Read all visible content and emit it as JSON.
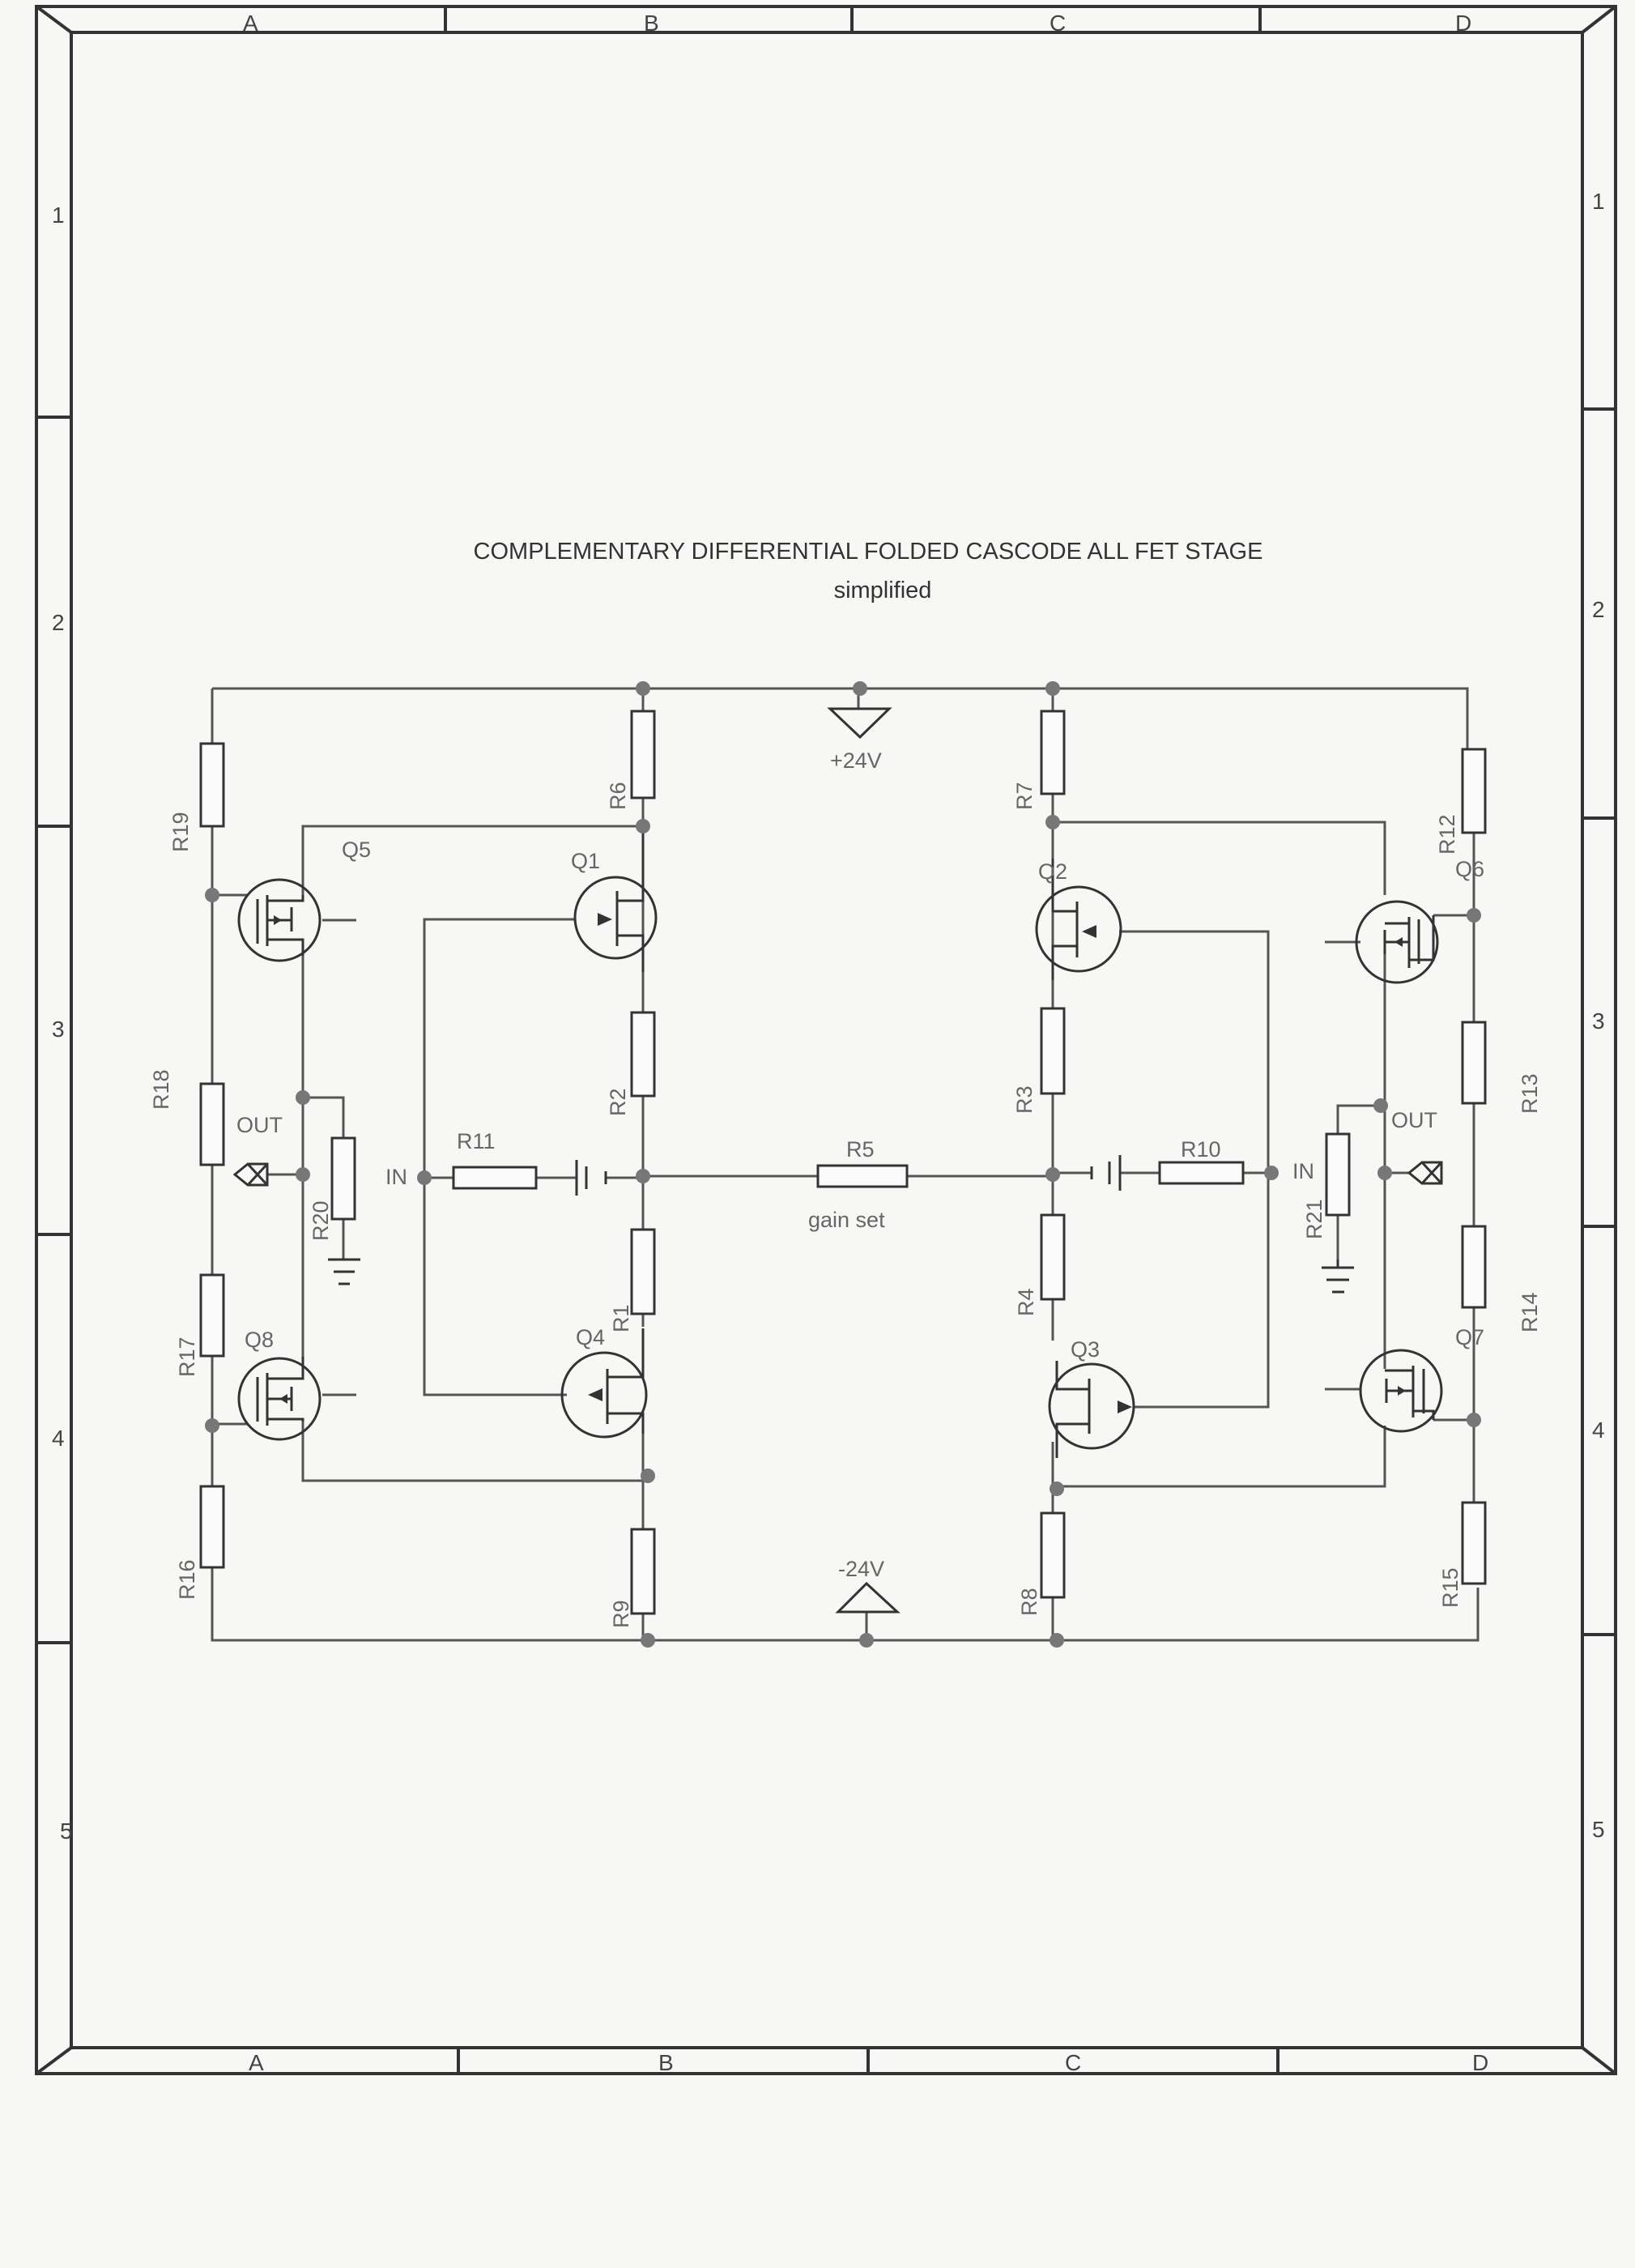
{
  "title": "COMPLEMENTARY DIFFERENTIAL FOLDED CASCODE ALL FET STAGE",
  "subtitle": "simplified",
  "zones": {
    "columns": [
      "A",
      "B",
      "C",
      "D"
    ],
    "rows": [
      "1",
      "2",
      "3",
      "4",
      "5"
    ]
  },
  "rails": {
    "positive": "+24V",
    "negative": "-24V"
  },
  "labels": {
    "in_left": "IN",
    "in_right": "IN",
    "out_left": "OUT",
    "out_right": "OUT",
    "gain": "gain set"
  },
  "resistors": [
    "R1",
    "R2",
    "R3",
    "R4",
    "R5",
    "R6",
    "R7",
    "R8",
    "R9",
    "R10",
    "R11",
    "R12",
    "R13",
    "R14",
    "R15",
    "R16",
    "R17",
    "R18",
    "R19",
    "R20",
    "R21"
  ],
  "transistors": [
    "Q1",
    "Q2",
    "Q3",
    "Q4",
    "Q5",
    "Q6",
    "Q7",
    "Q8"
  ]
}
